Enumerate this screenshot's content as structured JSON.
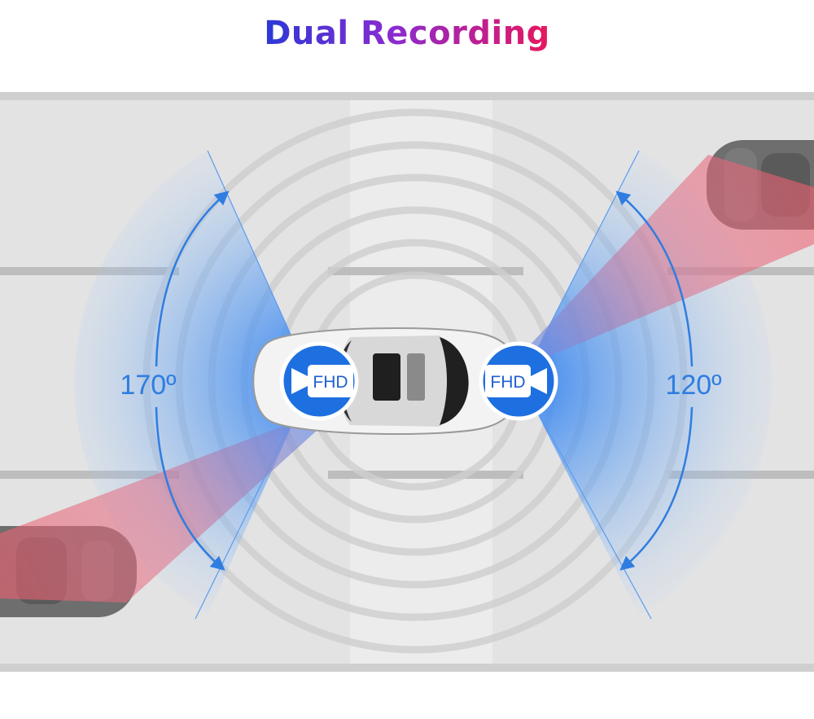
{
  "title": "Dual Recording",
  "front_camera": {
    "label": "FHD",
    "angle": "170º"
  },
  "rear_camera": {
    "label": "FHD",
    "angle": "120º"
  },
  "colors": {
    "accent": "#2f7de0",
    "field_blue": "#3a8ef5",
    "field_red": "#e85060",
    "road": "#e2e2e2",
    "car_main": "#f2f2f2",
    "car_other": "#6a6a6a"
  }
}
